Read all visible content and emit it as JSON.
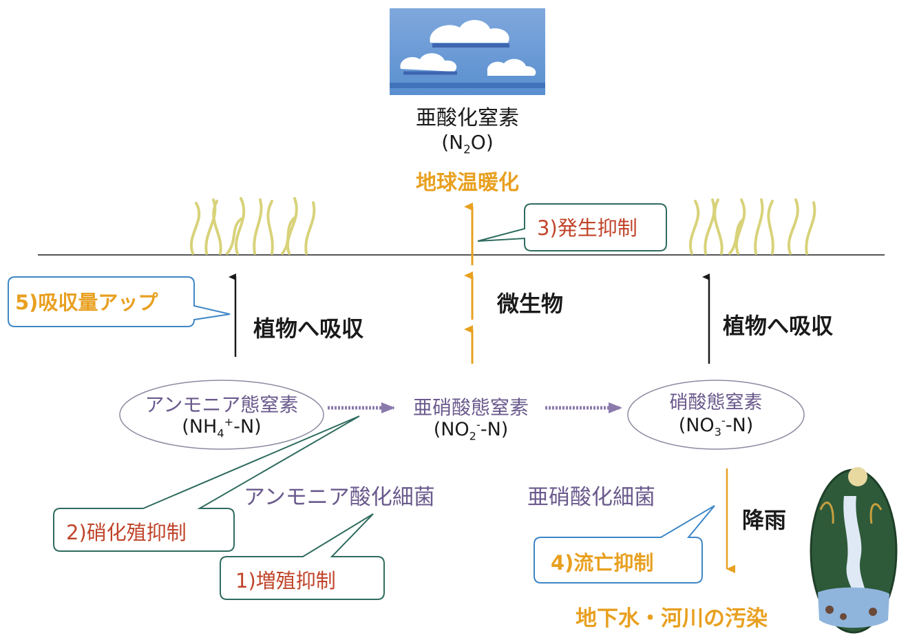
{
  "top": {
    "gas_name": "亜酸化窒素",
    "gas_formula_pre": "(N",
    "gas_formula_sub": "2",
    "gas_formula_post": "O)",
    "effect": "地球温暖化"
  },
  "callouts": {
    "c3": "3)発生抑制",
    "c5": "5)吸収量アップ",
    "c2": "2)硝化殖抑制",
    "c1": "1)増殖抑制",
    "c4": "4)流亡抑制"
  },
  "labels": {
    "plant_uptake_left": "植物へ吸収",
    "microbe": "微生物",
    "plant_uptake_right": "植物へ吸収",
    "ammonia_bacteria": "アンモニア酸化細菌",
    "nitrite_bacteria": "亜硝酸化細菌",
    "rain": "降雨",
    "pollution": "地下水・河川の汚染"
  },
  "nodes": {
    "ammonium_name": "アンモニア態窒素",
    "ammonium_f1": "(NH",
    "ammonium_sub": "4",
    "ammonium_sup": "+",
    "ammonium_f2": "-N)",
    "nitrite_name": "亜硝酸態窒素",
    "nitrite_f1": "(NO",
    "nitrite_sub": "2",
    "nitrite_sup": "-",
    "nitrite_f2": "-N)",
    "nitrate_name": "硝酸態窒素",
    "nitrate_f1": "(NO",
    "nitrate_sub": "3",
    "nitrate_sup": "-",
    "nitrate_f2": "-N)"
  },
  "colors": {
    "orange": "#e8a020",
    "red_text": "#c0442a",
    "purple": "#6a5a8c",
    "teal": "#2e6b5e",
    "blue": "#3d86c6",
    "sky": "#6f9fd8"
  }
}
